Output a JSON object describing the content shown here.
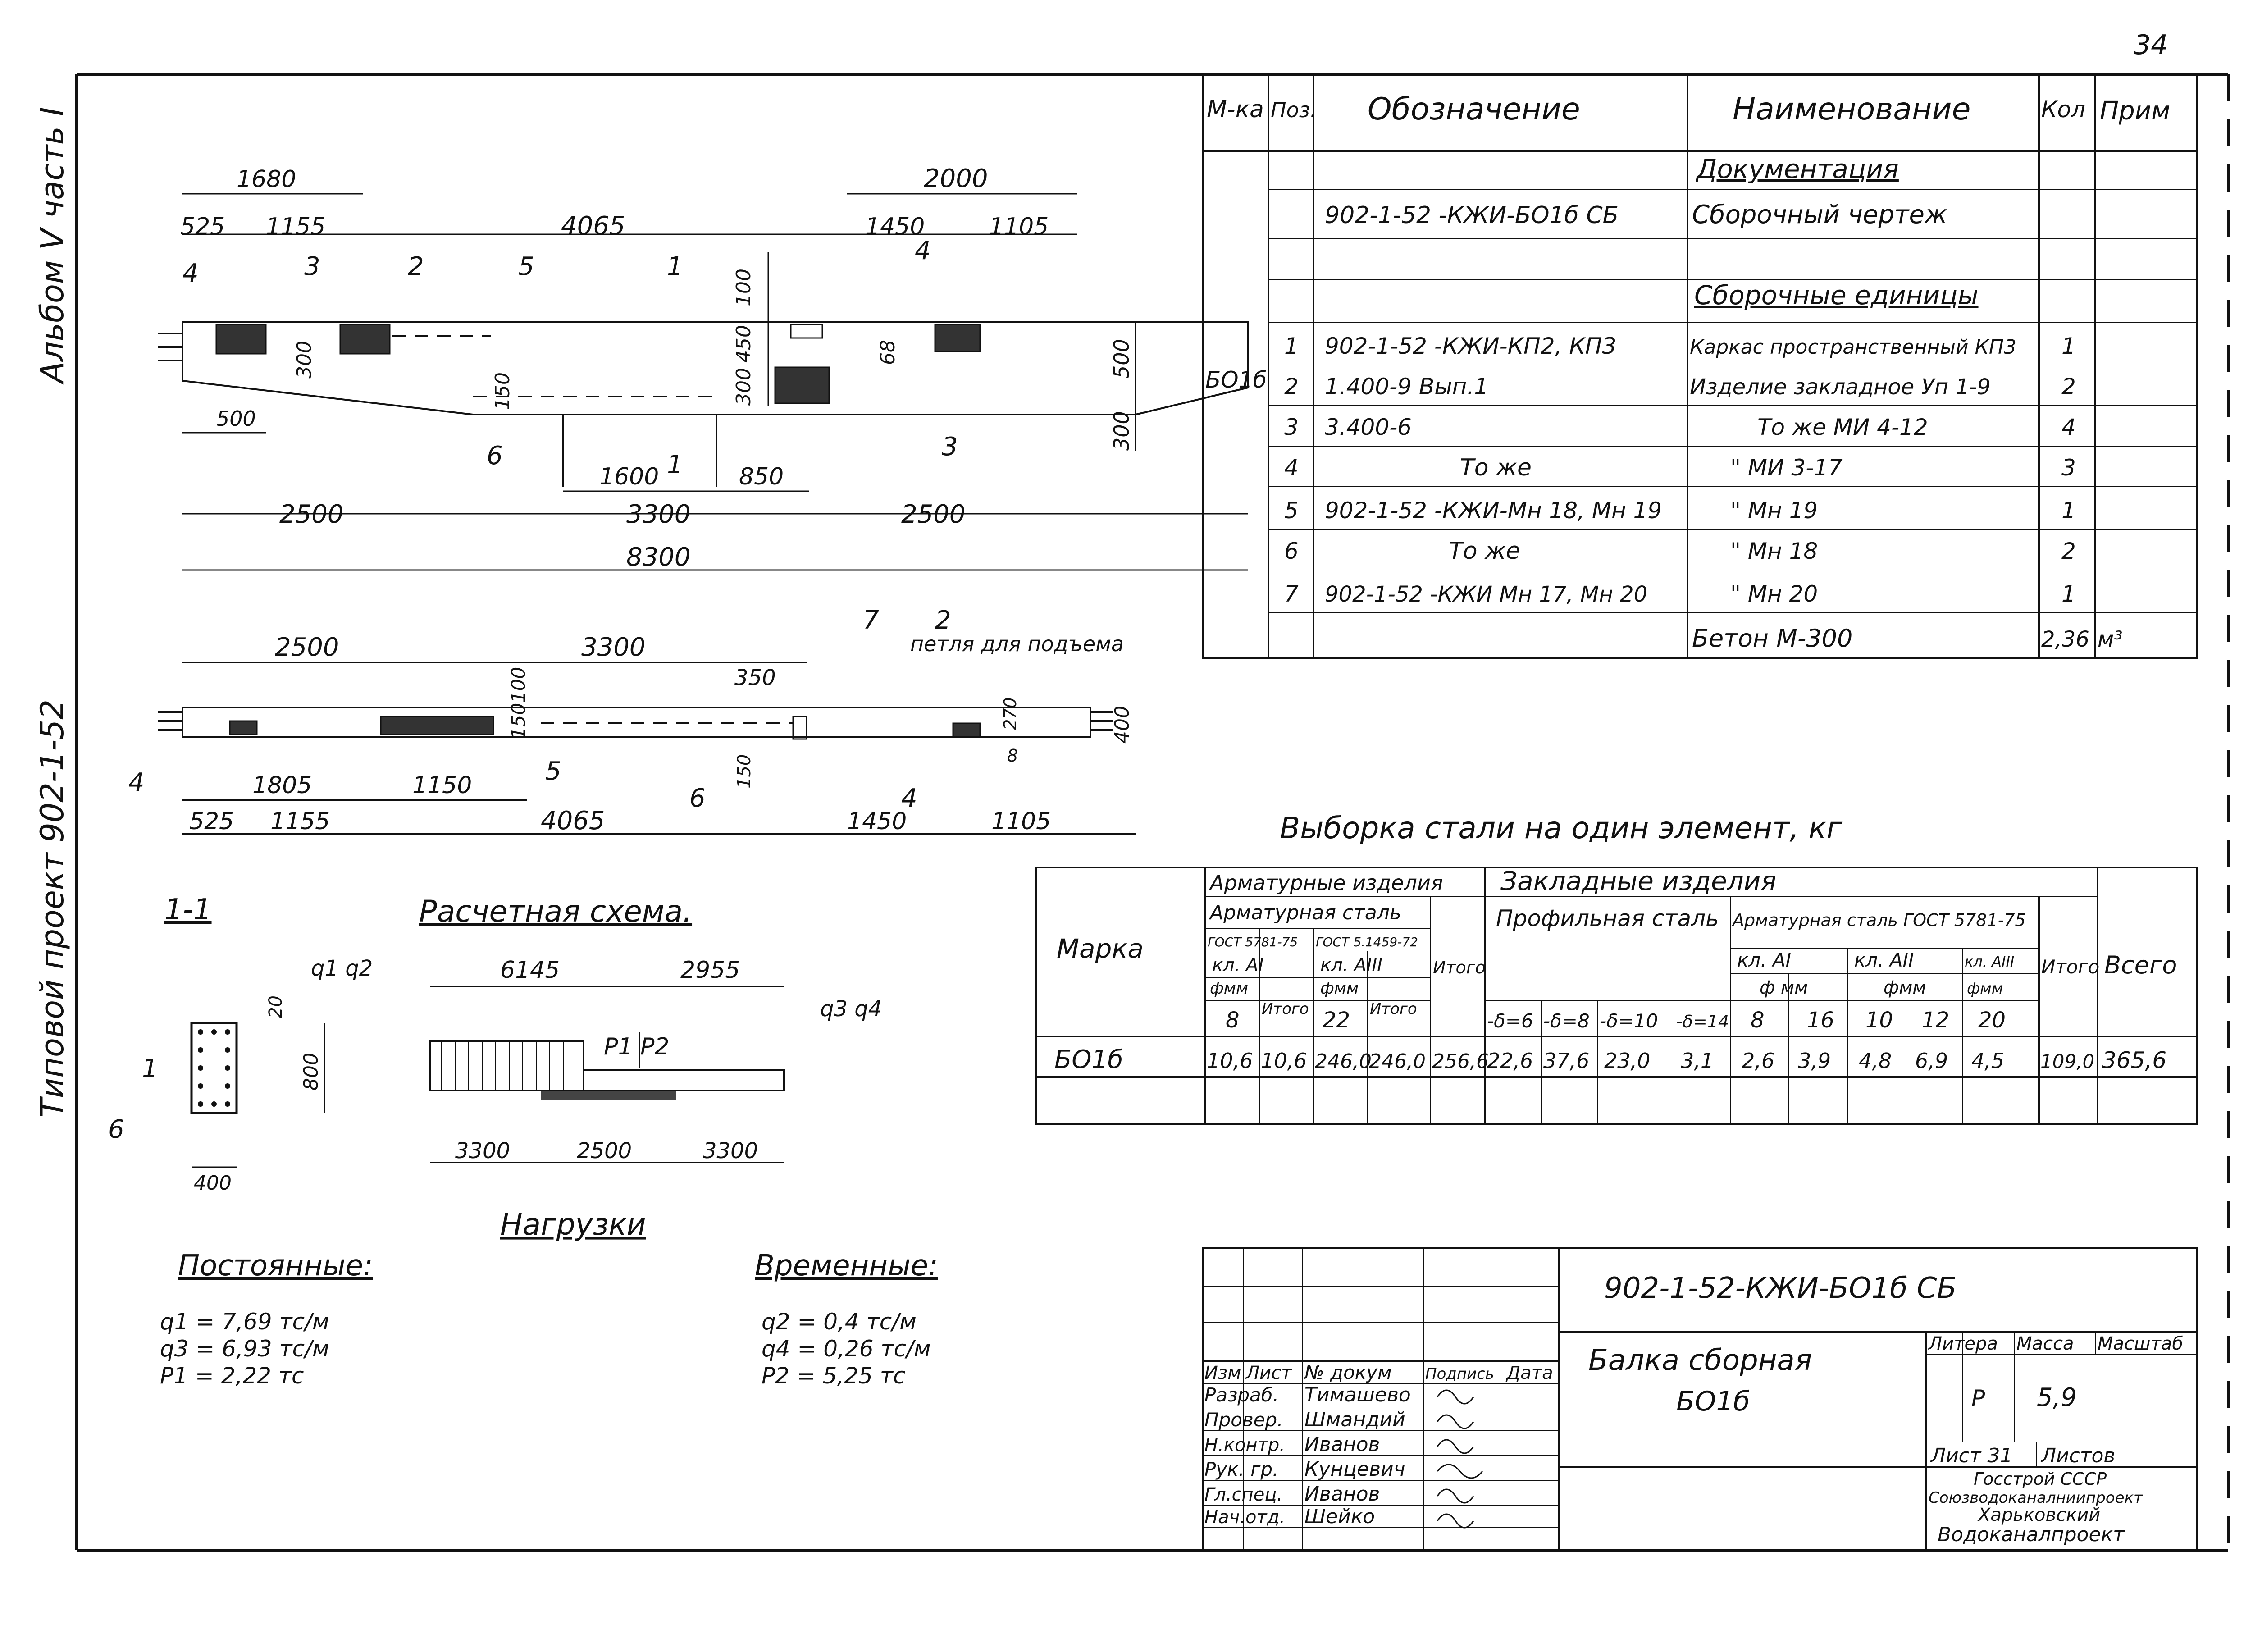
{
  "page_number": "34",
  "margin_notes": {
    "album": "Альбом V часть I",
    "project": "Типовой проект 902-1-52"
  },
  "beam_elevation": {
    "dims_top": [
      "1680",
      "2000",
      "525",
      "1155",
      "4065",
      "1450",
      "1105"
    ],
    "dims_bottom": [
      "2500",
      "3300",
      "2500",
      "8300",
      "1600",
      "850"
    ],
    "dims_side": [
      "500",
      "300",
      "100",
      "450",
      "300",
      "68",
      "150",
      "500",
      "300"
    ],
    "callouts": [
      "4",
      "3",
      "2",
      "5",
      "1",
      "4",
      "6",
      "3",
      "1"
    ]
  },
  "beam_plan": {
    "dims_top": [
      "2500",
      "3300",
      "350",
      "100",
      "150",
      "400",
      "270"
    ],
    "dims_bottom": [
      "1805",
      "1150",
      "525",
      "1155",
      "4065",
      "1450",
      "1105"
    ],
    "callouts": [
      "7",
      "2",
      "4",
      "5",
      "6",
      "4",
      "8",
      "150"
    ],
    "loop_note": "петля для подъема"
  },
  "section": {
    "title": "1-1",
    "dims": [
      "20",
      "800",
      "400"
    ],
    "callouts": [
      "1",
      "6"
    ]
  },
  "scheme": {
    "title": "Расчетная схема.",
    "top_dims": [
      "6145",
      "2955"
    ],
    "bottom_dims": [
      "3300",
      "2500",
      "3300"
    ],
    "load_left": "q1 q2",
    "load_right": "q3 q4",
    "forces": "P1  P2"
  },
  "loads": {
    "title": "Нагрузки",
    "permanent_title": "Постоянные:",
    "permanent": [
      "q1 = 7,69 тс/м",
      "q3 = 6,93 тс/м",
      "P1 = 2,22 тс"
    ],
    "temporary_title": "Временные:",
    "temporary": [
      "q2 = 0,4 тс/м",
      "q4 = 0,26 тс/м",
      "P2 = 5,25 тс"
    ]
  },
  "spec": {
    "headers": [
      "М-ка",
      "Поз.",
      "Обозначение",
      "Наименование",
      "Кол",
      "Прим"
    ],
    "mark": "БО1б",
    "section_documentation": "Документация",
    "doc_row": [
      "902-1-52 -КЖИ-БО1б СБ",
      "Сборочный чертеж"
    ],
    "section_units": "Сборочные единицы",
    "rows": [
      {
        "pos": "1",
        "code": "902-1-52 -КЖИ-КП2, КП3",
        "name": "Каркас пространственный КП3",
        "qty": "1"
      },
      {
        "pos": "2",
        "code": "1.400-9    Вып.1",
        "name": "Изделие закладное Уп 1-9",
        "qty": "2"
      },
      {
        "pos": "3",
        "code": "3.400-6",
        "name": "То же    МИ 4-12",
        "qty": "4"
      },
      {
        "pos": "4",
        "code": "То же",
        "name": "\"    МИ 3-17",
        "qty": "3"
      },
      {
        "pos": "5",
        "code": "902-1-52 -КЖИ-Мн 18, Мн 19",
        "name": "\"    Мн 19",
        "qty": "1"
      },
      {
        "pos": "6",
        "code": "То же",
        "name": "\"    Мн 18",
        "qty": "2"
      },
      {
        "pos": "7",
        "code": "902-1-52 -КЖИ Мн 17, Мн 20",
        "name": "\"    Мн 20",
        "qty": "1"
      }
    ],
    "concrete": {
      "name": "Бетон  М-300",
      "qty": "2,36",
      "unit": "м³"
    }
  },
  "steel": {
    "title": "Выборка   стали на один   элемент, кг",
    "headers": {
      "marka": "Марка",
      "reinf_products": "Арматурные изделия",
      "reinf_steel": "Арматурная сталь",
      "gost1": "ГОСТ 5781-75",
      "gost2": "ГОСТ 5.1459-72",
      "cls_a1": "кл. АI",
      "cls_a3": "кл. АIII",
      "diam": "фмм",
      "total": "Итого",
      "embedded": "Закладные   изделия",
      "profile": "Профильная сталь",
      "emb_reinf": "Арматурная сталь ГОСТ 5781-75",
      "emb_a1": "кл. АI",
      "emb_a2": "кл. АII",
      "emb_a3": "кл. АIII",
      "emb_diam": "ф мм",
      "emb_diam2": "фмм",
      "all": "Всего",
      "d8": "8",
      "d22": "22",
      "thicknesses": [
        "-δ=6",
        "-δ=8",
        "-δ=10",
        "-δ=14"
      ],
      "emb_diams": [
        "8",
        "16",
        "10",
        "12",
        "20"
      ]
    },
    "row": {
      "mark": "БО1б",
      "values": [
        "10,6",
        "10,6",
        "246,0",
        "246,0",
        "256,6",
        "22,6",
        "37,6",
        "23,0",
        "3,1",
        "2,6",
        "3,9",
        "4,8",
        "6,9",
        "4,5",
        "109,0",
        "365,6"
      ]
    }
  },
  "title_block": {
    "code": "902-1-52-КЖИ-БО1б СБ",
    "name_line1": "Балка сборная",
    "name_line2": "БО1б",
    "col_headers": [
      "Изм",
      "Лист",
      "№ докум",
      "Подпись",
      "Дата"
    ],
    "people": [
      {
        "role": "Разраб.",
        "name": "Тимашево"
      },
      {
        "role": "Провер.",
        "name": "Шмандий"
      },
      {
        "role": "Н.контр.",
        "name": "Иванов"
      },
      {
        "role": "Рук. гр.",
        "name": "Кунцевич"
      },
      {
        "role": "Гл.спец.",
        "name": "Иванов"
      },
      {
        "role": "Нач.отд.",
        "name": "Шейко"
      }
    ],
    "litera_label": "Литера",
    "mass_label": "Масса",
    "scale_label": "Масштаб",
    "litera": "Р",
    "mass": "5,9",
    "sheet_label": "Лист 31",
    "sheets_label": "Листов",
    "org": [
      "Госстрой СССР",
      "Союзводоканалниипроект",
      "Харьковский",
      "Водоканалпроект"
    ]
  }
}
